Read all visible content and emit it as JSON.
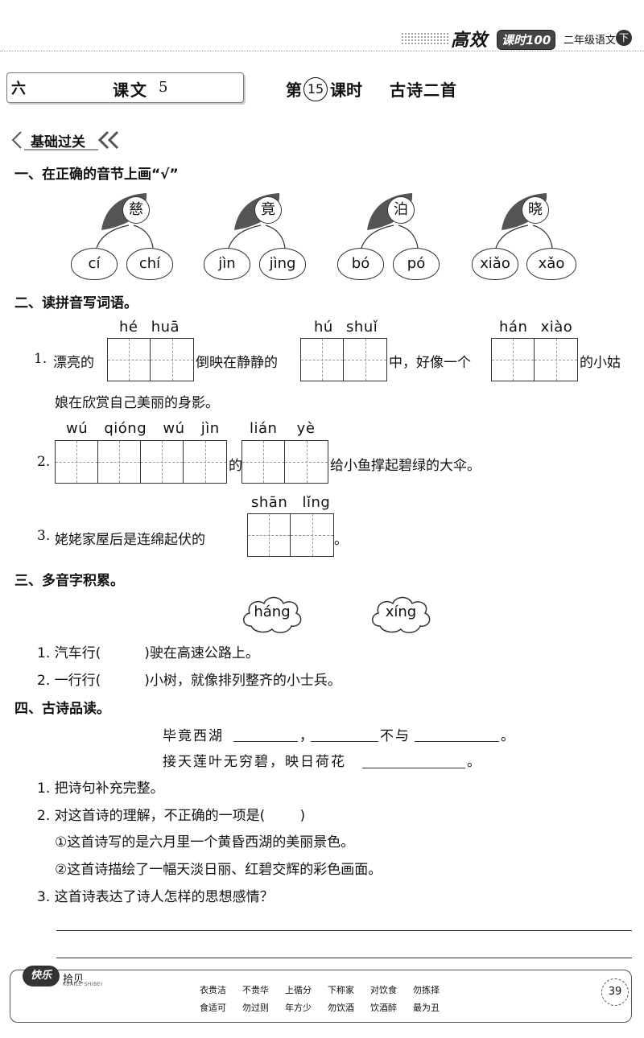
{
  "header": {
    "brand": "高效",
    "badge": "课时100",
    "grade": "二年级语文",
    "volume": "下"
  },
  "title": {
    "unit": "六",
    "lesson_label": "课文",
    "lesson_num": "5",
    "period_prefix": "第",
    "period_num": "15",
    "period_suffix": "课时",
    "topic": "古诗二首"
  },
  "section_tag": "基础过关",
  "q1": {
    "heading": "一、在正确的音节上画“√”",
    "groups": [
      {
        "char": "慈",
        "options": [
          "cí",
          "chí"
        ]
      },
      {
        "char": "竟",
        "options": [
          "jìn",
          "jìng"
        ]
      },
      {
        "char": "泊",
        "options": [
          "bó",
          "pó"
        ]
      },
      {
        "char": "晓",
        "options": [
          "xiǎo",
          "xǎo"
        ]
      }
    ]
  },
  "q2": {
    "heading": "二、读拼音写词语。",
    "item1": {
      "num": "1.",
      "t1": "漂亮的",
      "p1": "hé huā",
      "t2": "倒映在静静的",
      "p2": "hú shuǐ",
      "t3": "中，好像一个",
      "p3": "hán xiào",
      "t4": "的小姑",
      "t5": "娘在欣赏自己美丽的身影。"
    },
    "item2": {
      "num": "2.",
      "p1": "wú qióng wú jìn",
      "t1": "的",
      "p2": "lián yè",
      "t2": "给小鱼撑起碧绿的大伞。"
    },
    "item3": {
      "num": "3.",
      "t1": "姥姥家屋后是连绵起伏的",
      "p1": "shān lǐng",
      "t2": "。"
    }
  },
  "q3": {
    "heading": "三、多音字积累。",
    "clouds": [
      "háng",
      "xíng"
    ],
    "item1": "1. 汽车行(          )驶在高速公路上。",
    "item2": "2. 一行行(          )小树，就像排列整齐的小士兵。"
  },
  "q4": {
    "heading": "四、古诗品读。",
    "poem1_a": "毕竟西湖",
    "poem1_b": "，",
    "poem1_c": "不与",
    "poem1_d": "。",
    "poem2_a": "接天莲叶无穷碧，映日荷花",
    "poem2_b": "。",
    "s1": "1. 把诗句补充完整。",
    "s2": "2. 对这首诗的理解，不正确的一项是(        )",
    "opt1": "①这首诗写的是六月里一个黄昏西湖的美丽景色。",
    "opt2": "②这首诗描绘了一幅天淡日丽、红碧交辉的彩色画面。",
    "s3": "3. 这首诗表达了诗人怎样的思想感情？"
  },
  "footer": {
    "badge": "快乐",
    "badge2": "拾贝",
    "sub": "KUAILE SHIBEI",
    "row1": [
      "衣贵洁",
      "不贵华",
      "上循分",
      "下称家",
      "对饮食",
      "勿拣择"
    ],
    "row2": [
      "食适可",
      "勿过则",
      "年方少",
      "勿饮酒",
      "饮酒醉",
      "最为丑"
    ],
    "page": "39"
  }
}
